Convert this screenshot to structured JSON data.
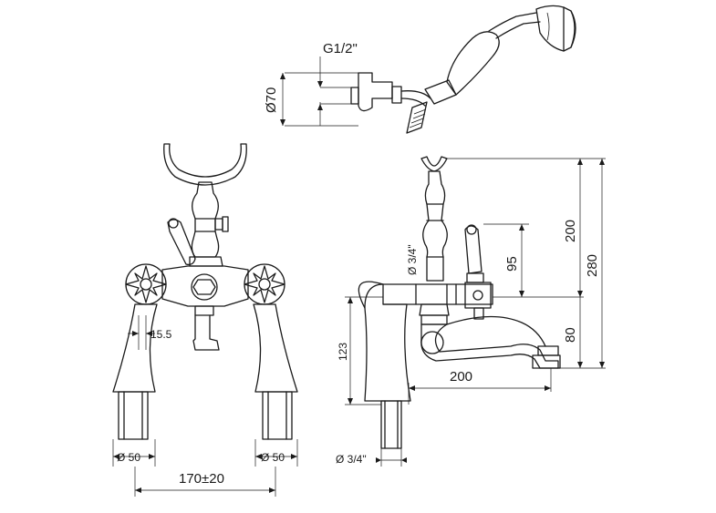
{
  "dimensions": {
    "hand_shower": {
      "connection": "G1/2\"",
      "diameter": "Ø70"
    },
    "front": {
      "nut_offset": "15.5",
      "left_base": "Ø 50",
      "right_base": "Ø 50",
      "centres": "170±20"
    },
    "side": {
      "shaft": "Ø 3/4\"",
      "height_123": "123",
      "inlet": "Ø 3/4\"",
      "spout_reach": "200",
      "h_200": "200",
      "h_95": "95",
      "h_280": "280",
      "h_80": "80"
    }
  }
}
